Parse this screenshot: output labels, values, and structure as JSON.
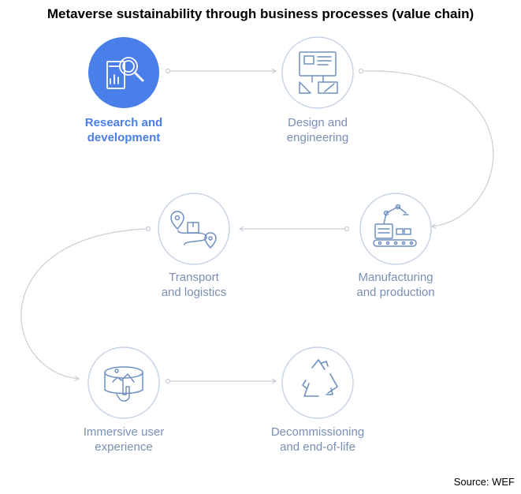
{
  "title": "Metaverse sustainability through business processes (value chain)",
  "source": "Source: WEF",
  "colors": {
    "active": "#4a7ee8",
    "inactive": "#7a8fb5",
    "connector": "#c9ced6"
  },
  "nodes": [
    {
      "id": "rd",
      "icon": "research-magnifier-icon",
      "line1": "Research and",
      "line2": "development",
      "active": true
    },
    {
      "id": "design",
      "icon": "design-drafting-icon",
      "line1": "Design and",
      "line2": "engineering",
      "active": false
    },
    {
      "id": "manufacturing",
      "icon": "robot-arm-icon",
      "line1": "Manufacturing",
      "line2": "and production",
      "active": false
    },
    {
      "id": "transport",
      "icon": "route-pin-icon",
      "line1": "Transport",
      "line2": "and logistics",
      "active": false
    },
    {
      "id": "immersive",
      "icon": "immersive-hand-icon",
      "line1": "Immersive user",
      "line2": "experience",
      "active": false
    },
    {
      "id": "decom",
      "icon": "recycle-icon",
      "line1": "Decommissioning",
      "line2": "and end-of-life",
      "active": false
    }
  ]
}
